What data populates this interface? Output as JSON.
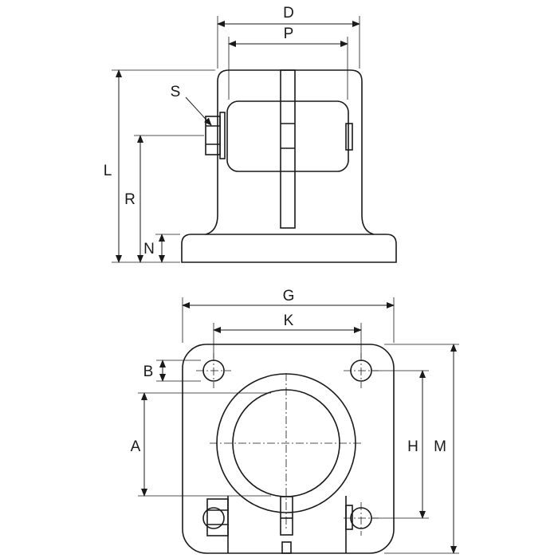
{
  "labels": {
    "D": "D",
    "P": "P",
    "S": "S",
    "L": "L",
    "R": "R",
    "N": "N",
    "G": "G",
    "K": "K",
    "B": "B",
    "A": "A",
    "H": "H",
    "M": "M"
  }
}
